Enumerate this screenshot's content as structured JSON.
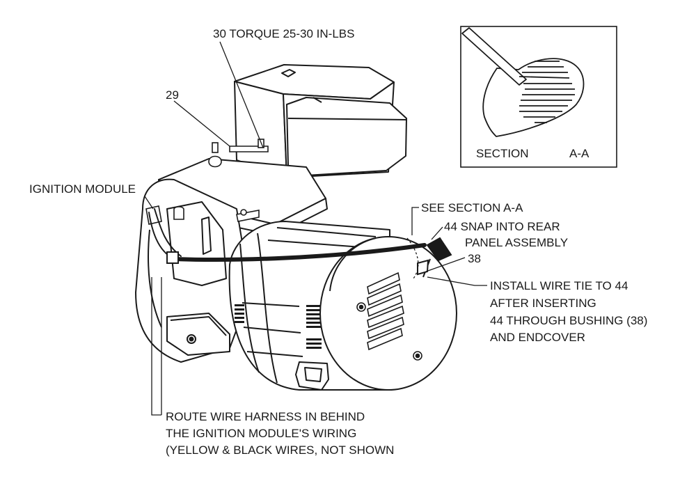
{
  "callouts": {
    "torque": "30 TORQUE 25-30 IN-LBS",
    "item_29": "29",
    "ignition_module": "IGNITION MODULE",
    "see_section": "SEE SECTION A-A",
    "snap_line1": "44 SNAP INTO REAR",
    "snap_line2": "PANEL ASSEMBLY",
    "item_38": "38",
    "wire_tie_line1": "INSTALL WIRE TIE TO 44",
    "wire_tie_line2": "AFTER INSERTING",
    "wire_tie_line3": "44 THROUGH BUSHING (38)",
    "wire_tie_line4": "AND ENDCOVER",
    "route_line1": "ROUTE WIRE HARNESS IN BEHIND",
    "route_line2": "THE IGNITION MODULE'S WIRING",
    "route_line3": "(YELLOW & BLACK WIRES, NOT SHOWN"
  },
  "section_view": {
    "label": "SECTION",
    "id": "A-A"
  }
}
